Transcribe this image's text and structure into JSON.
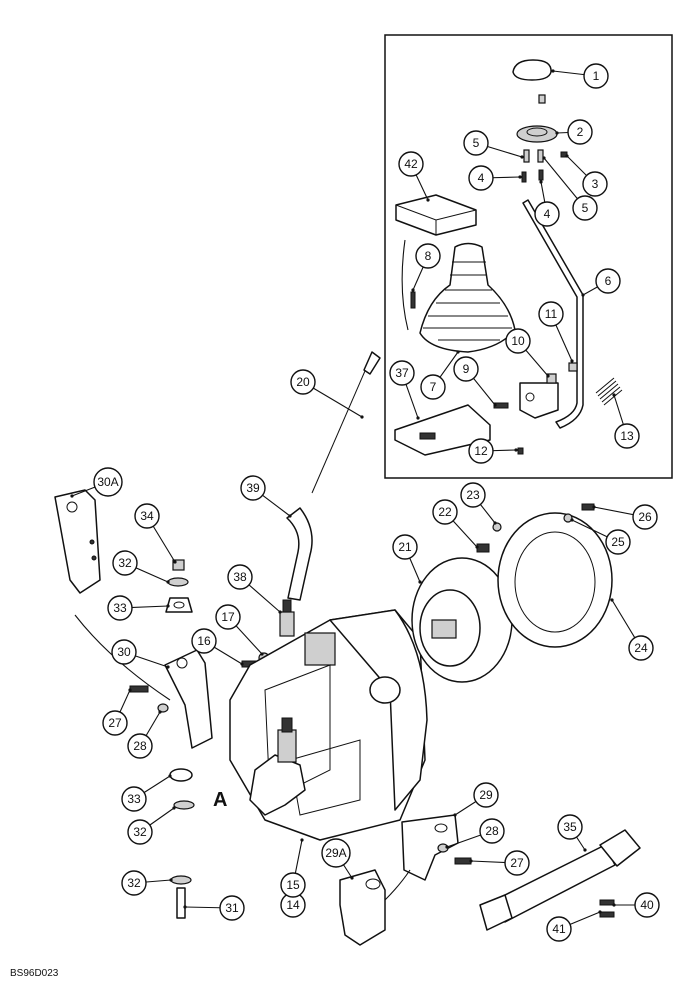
{
  "view_label": "A",
  "reference_code": "BS96D023",
  "callouts": [
    {
      "id": "1",
      "text": "1"
    },
    {
      "id": "2",
      "text": "2"
    },
    {
      "id": "3",
      "text": "3"
    },
    {
      "id": "4a",
      "text": "4"
    },
    {
      "id": "4b",
      "text": "4"
    },
    {
      "id": "5a",
      "text": "5"
    },
    {
      "id": "5b",
      "text": "5"
    },
    {
      "id": "6",
      "text": "6"
    },
    {
      "id": "7",
      "text": "7"
    },
    {
      "id": "8",
      "text": "8"
    },
    {
      "id": "9",
      "text": "9"
    },
    {
      "id": "10",
      "text": "10"
    },
    {
      "id": "11",
      "text": "11"
    },
    {
      "id": "12",
      "text": "12"
    },
    {
      "id": "13",
      "text": "13"
    },
    {
      "id": "14",
      "text": "14"
    },
    {
      "id": "15",
      "text": "15"
    },
    {
      "id": "16",
      "text": "16"
    },
    {
      "id": "17",
      "text": "17"
    },
    {
      "id": "20",
      "text": "20"
    },
    {
      "id": "21",
      "text": "21"
    },
    {
      "id": "22",
      "text": "22"
    },
    {
      "id": "23",
      "text": "23"
    },
    {
      "id": "24",
      "text": "24"
    },
    {
      "id": "25",
      "text": "25"
    },
    {
      "id": "26",
      "text": "26"
    },
    {
      "id": "27a",
      "text": "27"
    },
    {
      "id": "27b",
      "text": "27"
    },
    {
      "id": "28a",
      "text": "28"
    },
    {
      "id": "28b",
      "text": "28"
    },
    {
      "id": "29",
      "text": "29"
    },
    {
      "id": "29A",
      "text": "29A"
    },
    {
      "id": "30",
      "text": "30"
    },
    {
      "id": "30A",
      "text": "30A"
    },
    {
      "id": "31",
      "text": "31"
    },
    {
      "id": "32a",
      "text": "32"
    },
    {
      "id": "32b",
      "text": "32"
    },
    {
      "id": "32c",
      "text": "32"
    },
    {
      "id": "33a",
      "text": "33"
    },
    {
      "id": "33b",
      "text": "33"
    },
    {
      "id": "34",
      "text": "34"
    },
    {
      "id": "35",
      "text": "35"
    },
    {
      "id": "37",
      "text": "37"
    },
    {
      "id": "38",
      "text": "38"
    },
    {
      "id": "39",
      "text": "39"
    },
    {
      "id": "40",
      "text": "40"
    },
    {
      "id": "41",
      "text": "41"
    },
    {
      "id": "42",
      "text": "42"
    }
  ]
}
